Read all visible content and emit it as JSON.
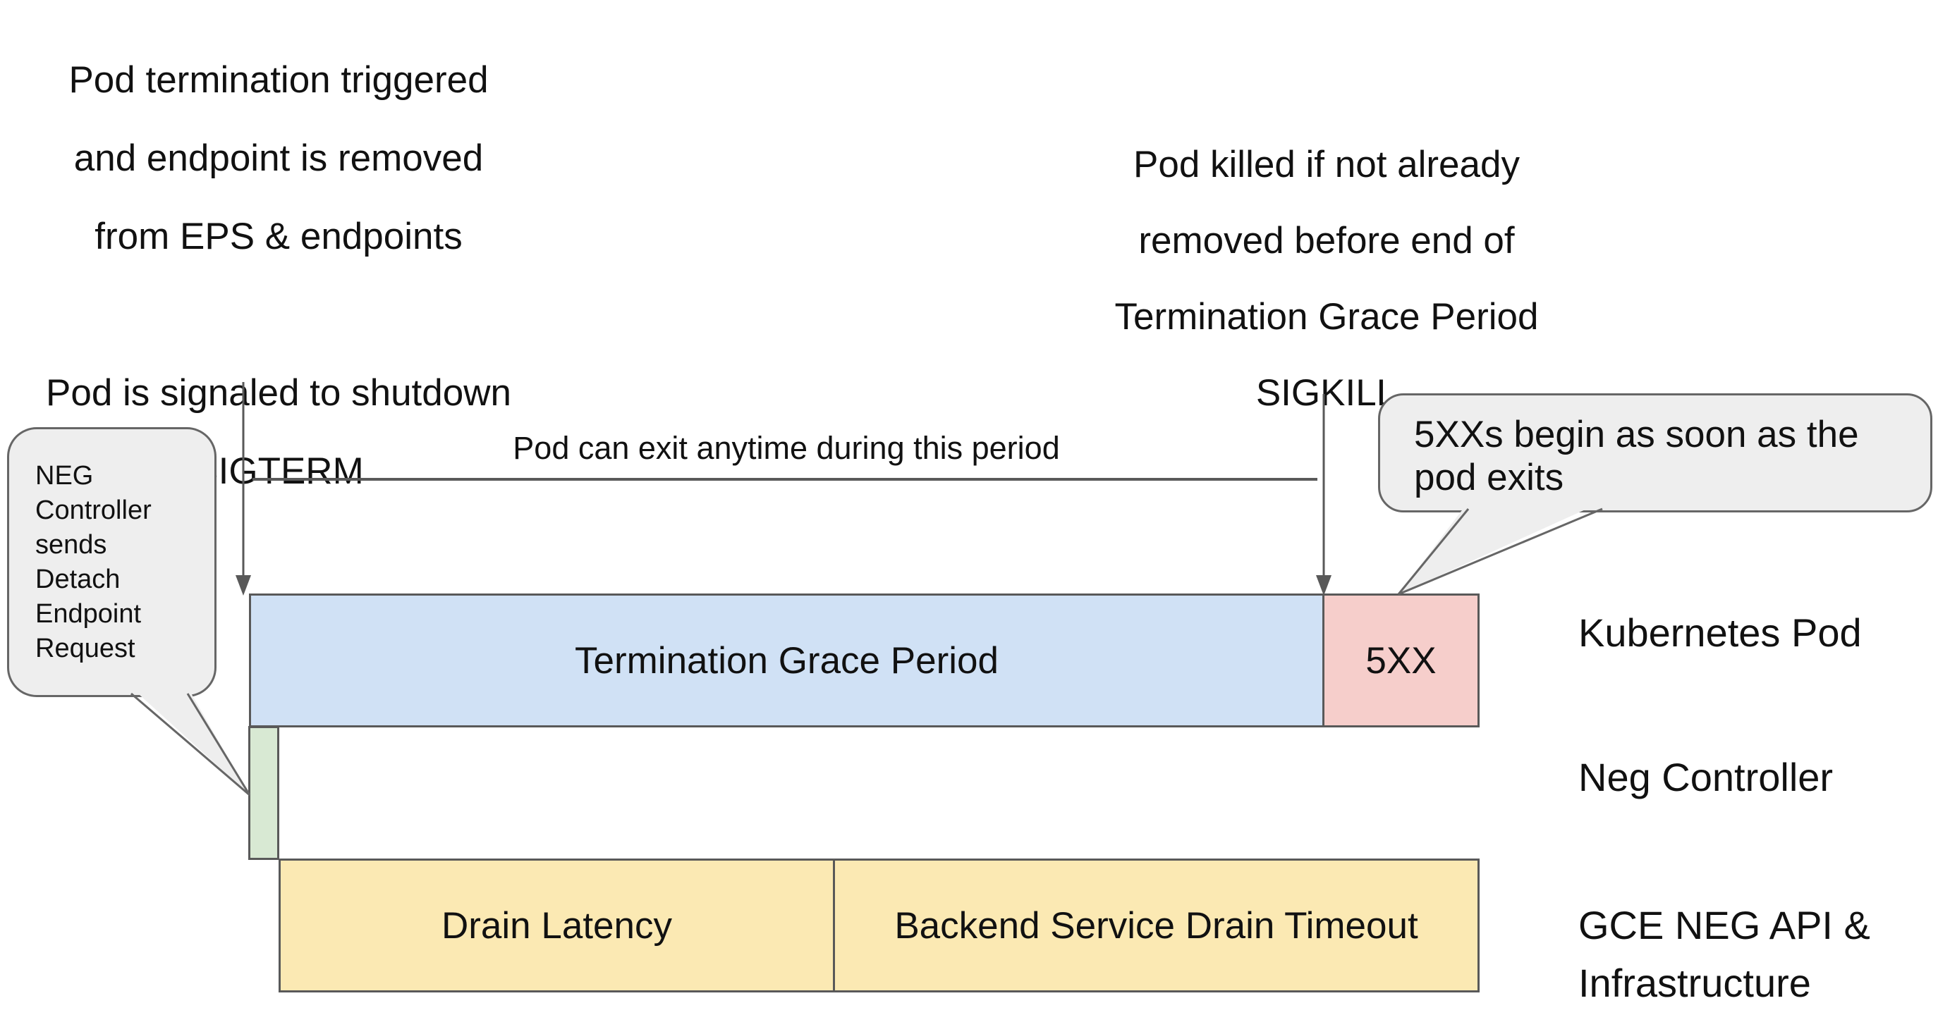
{
  "colors": {
    "grace_blue": "#d0e1f5",
    "error_red": "#f6cecb",
    "neg_green": "#d8e9d3",
    "drain_yellow": "#fbe9b3",
    "callout_gray": "#eeeeee",
    "stroke_gray": "#595959"
  },
  "annotations": {
    "top_left_lines": [
      "Pod termination triggered",
      "and endpoint is removed",
      "from EPS & endpoints",
      "",
      "Pod is signaled to shutdown",
      "SIGTERM"
    ],
    "top_right_lines": [
      "Pod killed if not already",
      "removed before end of",
      "Termination Grace Period",
      "SIGKILL"
    ],
    "span_label": "Pod can exit anytime during this period"
  },
  "callouts": {
    "left_lines": [
      "NEG",
      "Controller",
      "sends",
      "Detach",
      "Endpoint",
      "Request"
    ],
    "right_lines": [
      "5XXs begin as soon as the",
      "pod exits"
    ]
  },
  "timeline": {
    "kubernetes_pod": {
      "grace_label": "Termination Grace Period",
      "error_label": "5XX"
    },
    "gce": {
      "drain_label": "Drain Latency",
      "timeout_label": "Backend Service Drain Timeout"
    }
  },
  "row_labels": {
    "kubernetes_pod": "Kubernetes Pod",
    "neg_controller": "Neg Controller",
    "gce_lines": [
      "GCE NEG API &",
      "Infrastructure"
    ]
  }
}
